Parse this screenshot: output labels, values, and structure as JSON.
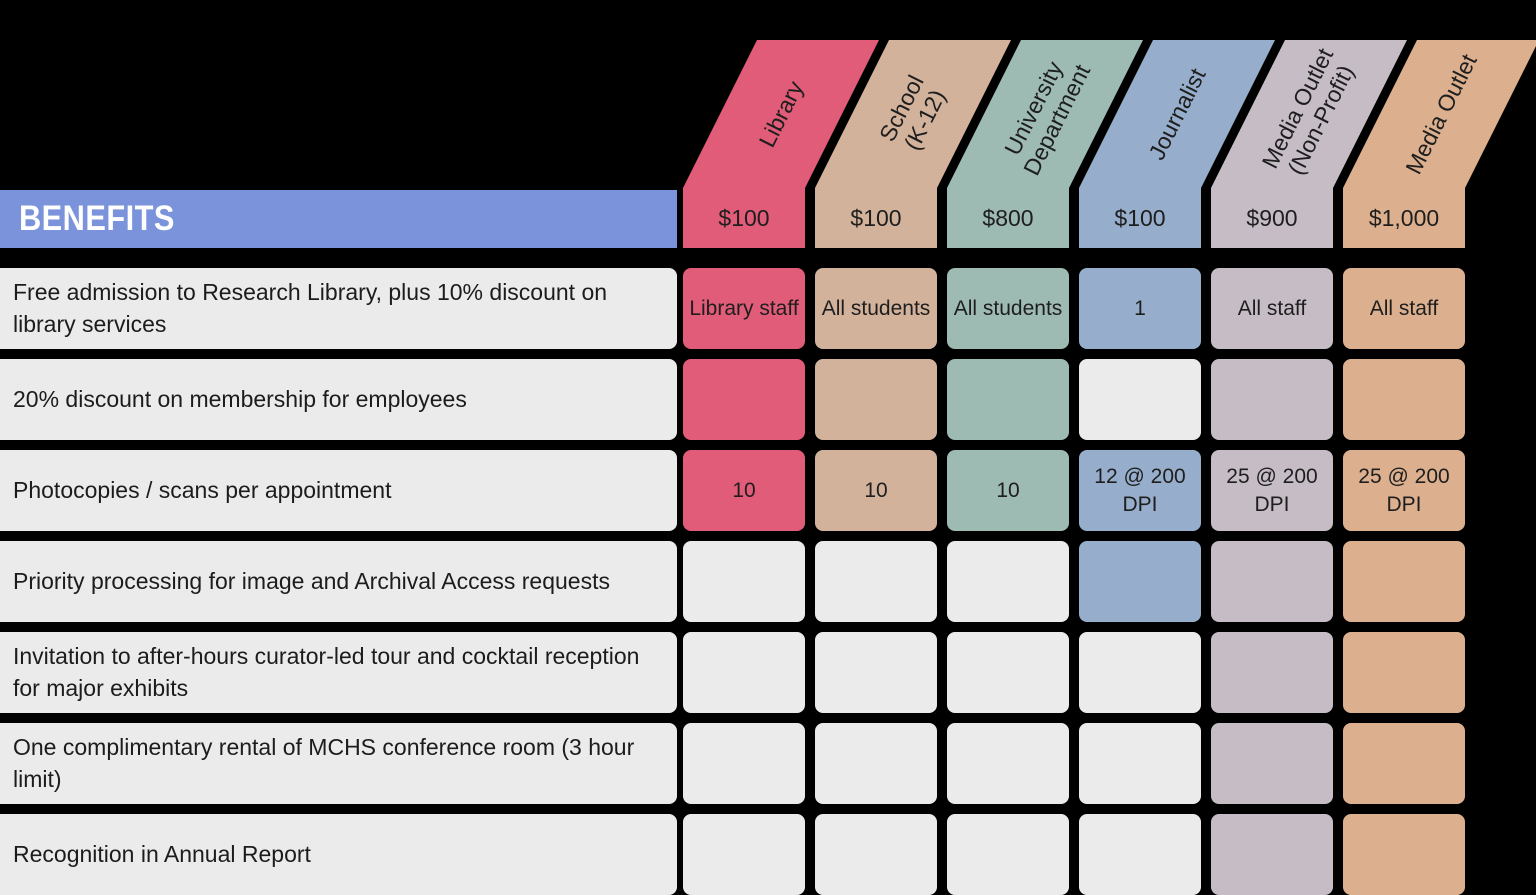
{
  "header": {
    "benefits_label": "BENEFITS",
    "bar_color": "#7a93da"
  },
  "chart_data": {
    "type": "table",
    "title": "BENEFITS",
    "background_color": "#000000",
    "row_label_color": "#ebebeb",
    "empty_cell_color": "#ebebeb",
    "columns": [
      {
        "full_name": "Library",
        "name_lines": [
          "Library",
          ""
        ],
        "price": "$100",
        "color": "#e05c78"
      },
      {
        "full_name": "School (K-12)",
        "name_lines": [
          "School",
          "(K-12)"
        ],
        "price": "$100",
        "color": "#d3b29c"
      },
      {
        "full_name": "University Department",
        "name_lines": [
          "University",
          "Department"
        ],
        "price": "$800",
        "color": "#9dbab3"
      },
      {
        "full_name": "Journalist",
        "name_lines": [
          "Journalist",
          ""
        ],
        "price": "$100",
        "color": "#96aecb"
      },
      {
        "full_name": "Media Outlet (Non-Profit)",
        "name_lines": [
          "Media Outlet",
          "(Non-Profit)"
        ],
        "price": "$900",
        "color": "#c6bcc6"
      },
      {
        "full_name": "Media Outlet",
        "name_lines": [
          "Media Outlet",
          ""
        ],
        "price": "$1,000",
        "color": "#dcb08e"
      }
    ],
    "rows": [
      {
        "label": "Free admission to Research Library, plus 10% discount on library services",
        "cells": [
          {
            "text": "Library staff",
            "filled": true,
            "color": "#e05c78"
          },
          {
            "text": "All students",
            "filled": true,
            "color": "#d3b29c"
          },
          {
            "text": "All students",
            "filled": true,
            "color": "#9dbab3"
          },
          {
            "text": "1",
            "filled": true,
            "color": "#96aecb"
          },
          {
            "text": "All staff",
            "filled": true,
            "color": "#c6bcc6"
          },
          {
            "text": "All staff",
            "filled": true,
            "color": "#dcb08e"
          }
        ]
      },
      {
        "label": "20% discount on membership for employees",
        "cells": [
          {
            "text": "",
            "filled": true,
            "color": "#e05c78"
          },
          {
            "text": "",
            "filled": true,
            "color": "#d3b29c"
          },
          {
            "text": "",
            "filled": true,
            "color": "#9dbab3"
          },
          {
            "text": "",
            "filled": false,
            "color": "#ebebeb"
          },
          {
            "text": "",
            "filled": true,
            "color": "#c6bcc6"
          },
          {
            "text": "",
            "filled": true,
            "color": "#dcb08e"
          }
        ]
      },
      {
        "label": "Photocopies / scans per appointment",
        "cells": [
          {
            "text": "10",
            "filled": true,
            "color": "#e05c78"
          },
          {
            "text": "10",
            "filled": true,
            "color": "#d3b29c"
          },
          {
            "text": "10",
            "filled": true,
            "color": "#9dbab3"
          },
          {
            "text": "12 @ 200 DPI",
            "filled": true,
            "color": "#96aecb"
          },
          {
            "text": "25 @ 200 DPI",
            "filled": true,
            "color": "#c6bcc6"
          },
          {
            "text": "25 @ 200 DPI",
            "filled": true,
            "color": "#dcb08e"
          }
        ]
      },
      {
        "label": "Priority processing for image and Archival Access requests",
        "cells": [
          {
            "text": "",
            "filled": false,
            "color": "#ebebeb"
          },
          {
            "text": "",
            "filled": false,
            "color": "#ebebeb"
          },
          {
            "text": "",
            "filled": false,
            "color": "#ebebeb"
          },
          {
            "text": "",
            "filled": true,
            "color": "#96aecb"
          },
          {
            "text": "",
            "filled": true,
            "color": "#c6bcc6"
          },
          {
            "text": "",
            "filled": true,
            "color": "#dcb08e"
          }
        ]
      },
      {
        "label": "Invitation to after-hours curator-led tour and cocktail reception for major exhibits",
        "cells": [
          {
            "text": "",
            "filled": false,
            "color": "#ebebeb"
          },
          {
            "text": "",
            "filled": false,
            "color": "#ebebeb"
          },
          {
            "text": "",
            "filled": false,
            "color": "#ebebeb"
          },
          {
            "text": "",
            "filled": false,
            "color": "#ebebeb"
          },
          {
            "text": "",
            "filled": true,
            "color": "#c6bcc6"
          },
          {
            "text": "",
            "filled": true,
            "color": "#dcb08e"
          }
        ]
      },
      {
        "label": "One complimentary rental of MCHS conference room (3 hour limit)",
        "cells": [
          {
            "text": "",
            "filled": false,
            "color": "#ebebeb"
          },
          {
            "text": "",
            "filled": false,
            "color": "#ebebeb"
          },
          {
            "text": "",
            "filled": false,
            "color": "#ebebeb"
          },
          {
            "text": "",
            "filled": false,
            "color": "#ebebeb"
          },
          {
            "text": "",
            "filled": true,
            "color": "#c6bcc6"
          },
          {
            "text": "",
            "filled": true,
            "color": "#dcb08e"
          }
        ]
      },
      {
        "label": "Recognition in Annual Report",
        "cells": [
          {
            "text": "",
            "filled": false,
            "color": "#ebebeb"
          },
          {
            "text": "",
            "filled": false,
            "color": "#ebebeb"
          },
          {
            "text": "",
            "filled": false,
            "color": "#ebebeb"
          },
          {
            "text": "",
            "filled": false,
            "color": "#ebebeb"
          },
          {
            "text": "",
            "filled": true,
            "color": "#c6bcc6"
          },
          {
            "text": "",
            "filled": true,
            "color": "#dcb08e"
          }
        ]
      }
    ]
  }
}
